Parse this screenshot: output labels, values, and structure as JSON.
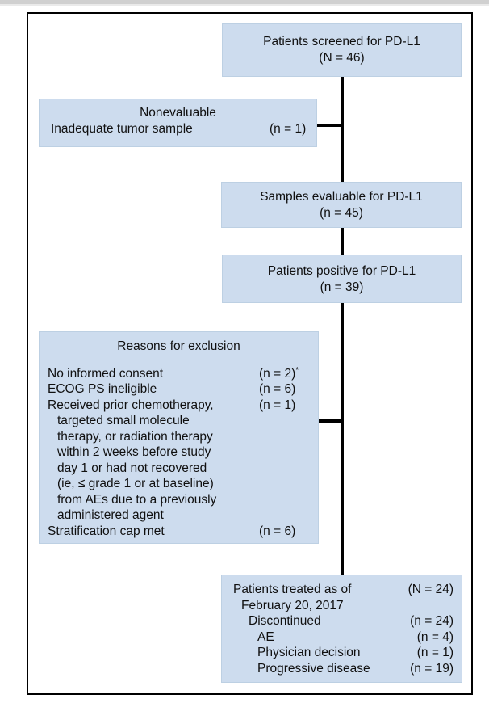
{
  "figure": {
    "colors": {
      "box_fill": "#cddcee",
      "connector": "#000000",
      "frame": "#000000",
      "top_band": "#d0d0d0"
    },
    "boxes": {
      "screened": {
        "line1": "Patients screened for PD-L1",
        "line2": "(N = 46)"
      },
      "nonevaluable": {
        "title": "Nonevaluable",
        "item_label": "Inadequate tumor sample",
        "item_count": "(n = 1)"
      },
      "evaluable": {
        "line1": "Samples evaluable for PD-L1",
        "line2": "(n = 45)"
      },
      "positive": {
        "line1": "Patients positive for PD-L1",
        "line2": "(n = 39)"
      },
      "exclusion": {
        "title": "Reasons for exclusion",
        "items": [
          {
            "label": "No informed consent",
            "count": "(n = 2)",
            "count_sup": "*"
          },
          {
            "label": "ECOG PS ineligible",
            "count": "(n = 6)",
            "count_sup": ""
          },
          {
            "label": "Received prior chemotherapy,",
            "count": "(n = 1)",
            "count_sup": ""
          }
        ],
        "continuation": [
          "targeted small molecule",
          "therapy, or radiation therapy",
          "within 2 weeks before study",
          "day 1 or had not recovered",
          "(ie, ≤ grade 1 or at baseline)",
          "from AEs due to a previously",
          "administered agent"
        ],
        "last_item": {
          "label": "Stratification cap met",
          "count": "(n = 6)"
        }
      },
      "treated": {
        "rows": [
          {
            "label": "Patients treated as of",
            "count": "(N = 24)"
          },
          {
            "label": "February 20, 2017",
            "count": ""
          },
          {
            "label": "Discontinued",
            "count": "(n = 24)"
          },
          {
            "label": "AE",
            "count": "(n = 4)"
          },
          {
            "label": "Physician decision",
            "count": "(n = 1)"
          },
          {
            "label": "Progressive disease",
            "count": "(n = 19)"
          }
        ]
      }
    }
  }
}
